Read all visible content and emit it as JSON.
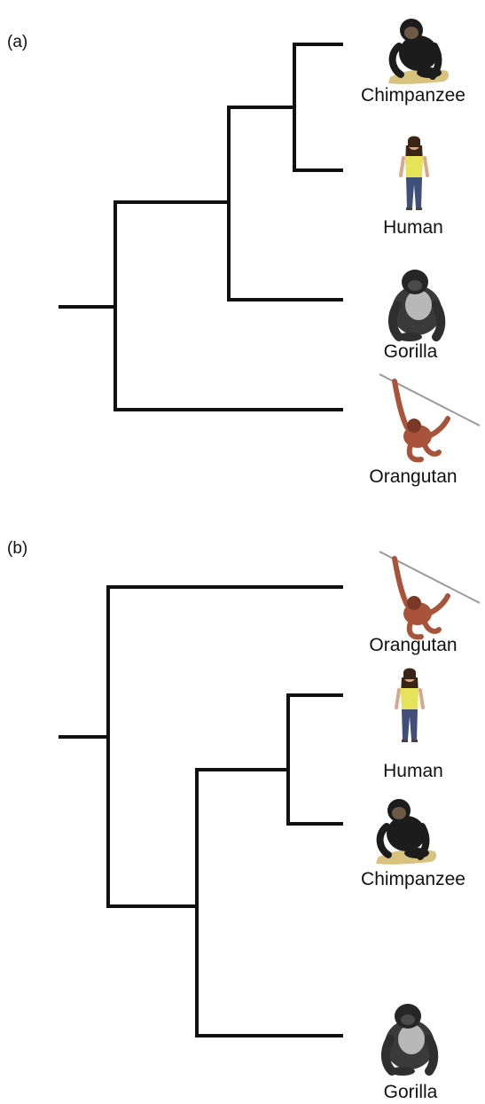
{
  "panels": [
    {
      "label": "(a)",
      "taxa": [
        "Chimpanzee",
        "Human",
        "Gorilla",
        "Orangutan"
      ]
    },
    {
      "label": "(b)",
      "taxa": [
        "Orangutan",
        "Human",
        "Chimpanzee",
        "Gorilla"
      ]
    }
  ],
  "colors": {
    "branch": "#111111",
    "text": "#111111",
    "chimp_fur": "#1c1c1c",
    "chimp_face": "#6e5846",
    "branch_log": "#d9c27e",
    "gorilla_fur": "#3a3a3a",
    "gorilla_silver": "#b8b8b8",
    "orangutan_fur": "#a8533a",
    "human_top": "#e6e35a",
    "human_jeans": "#3f4f7a",
    "human_hair": "#3a2418",
    "human_skin": "#d7a98a"
  }
}
